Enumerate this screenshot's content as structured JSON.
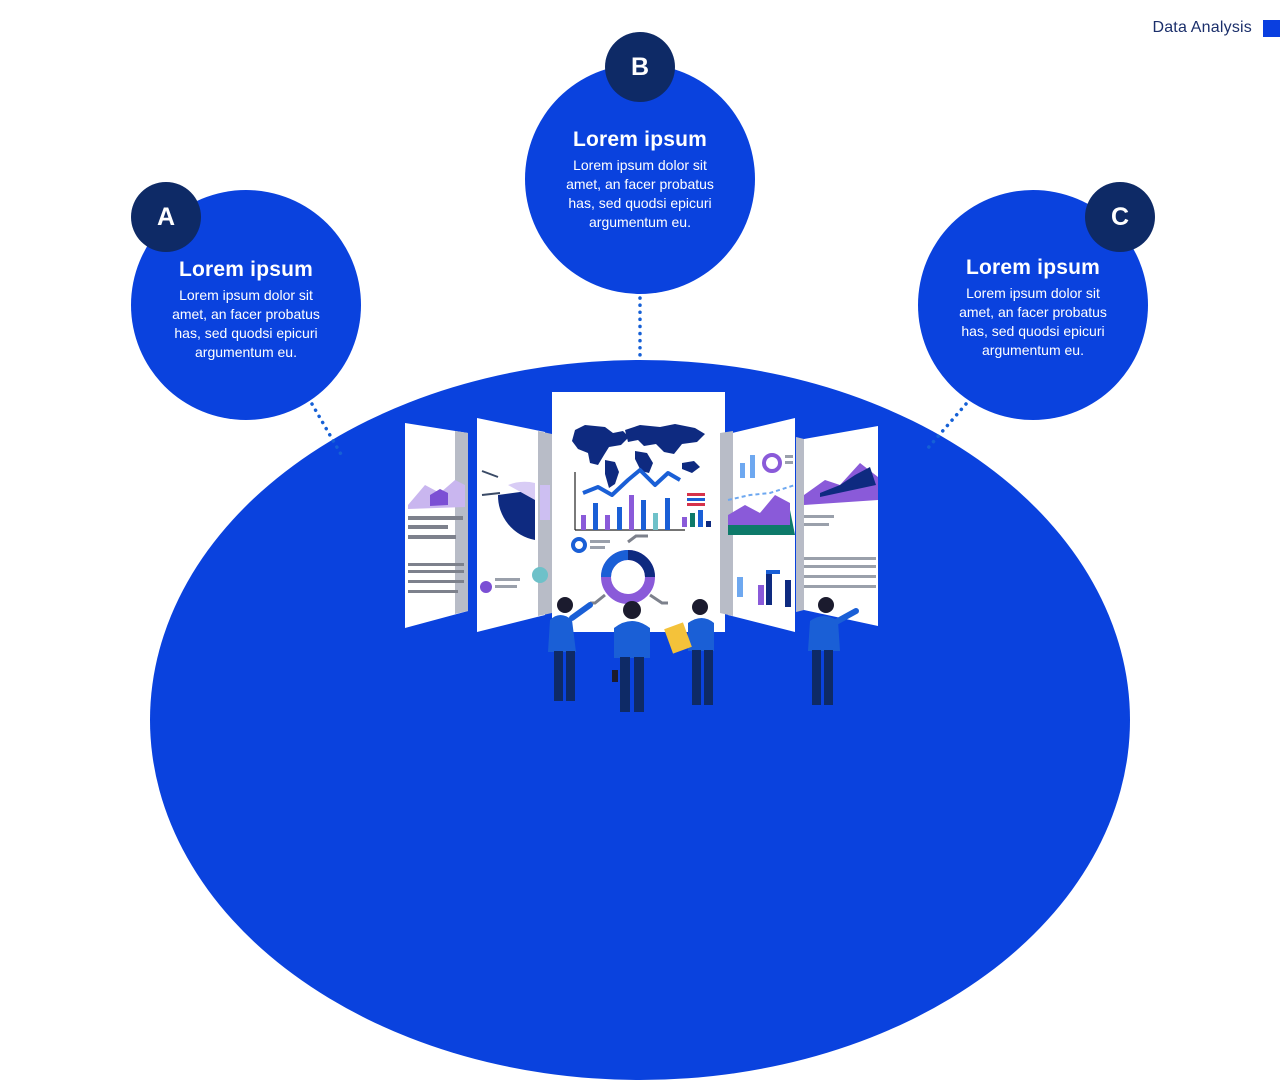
{
  "header": {
    "title": "Data Analysis"
  },
  "cards": [
    {
      "letter": "A",
      "title": "Lorem ipsum",
      "body": "Lorem ipsum dolor sit amet, an facer probatus has, sed quodsi epicuri argumentum  eu."
    },
    {
      "letter": "B",
      "title": "Lorem ipsum",
      "body": "Lorem ipsum dolor sit amet, an facer probatus has, sed quodsi epicuri argumentum  eu."
    },
    {
      "letter": "C",
      "title": "Lorem ipsum",
      "body": "Lorem ipsum dolor sit amet, an facer probatus has, sed quodsi epicuri argumentum  eu."
    }
  ],
  "colors": {
    "accent": "#0a42de",
    "badge": "#0e2a66",
    "dots": "#1560d6"
  },
  "illustration": {
    "icon": "data-analysis-dashboard-illustration"
  }
}
